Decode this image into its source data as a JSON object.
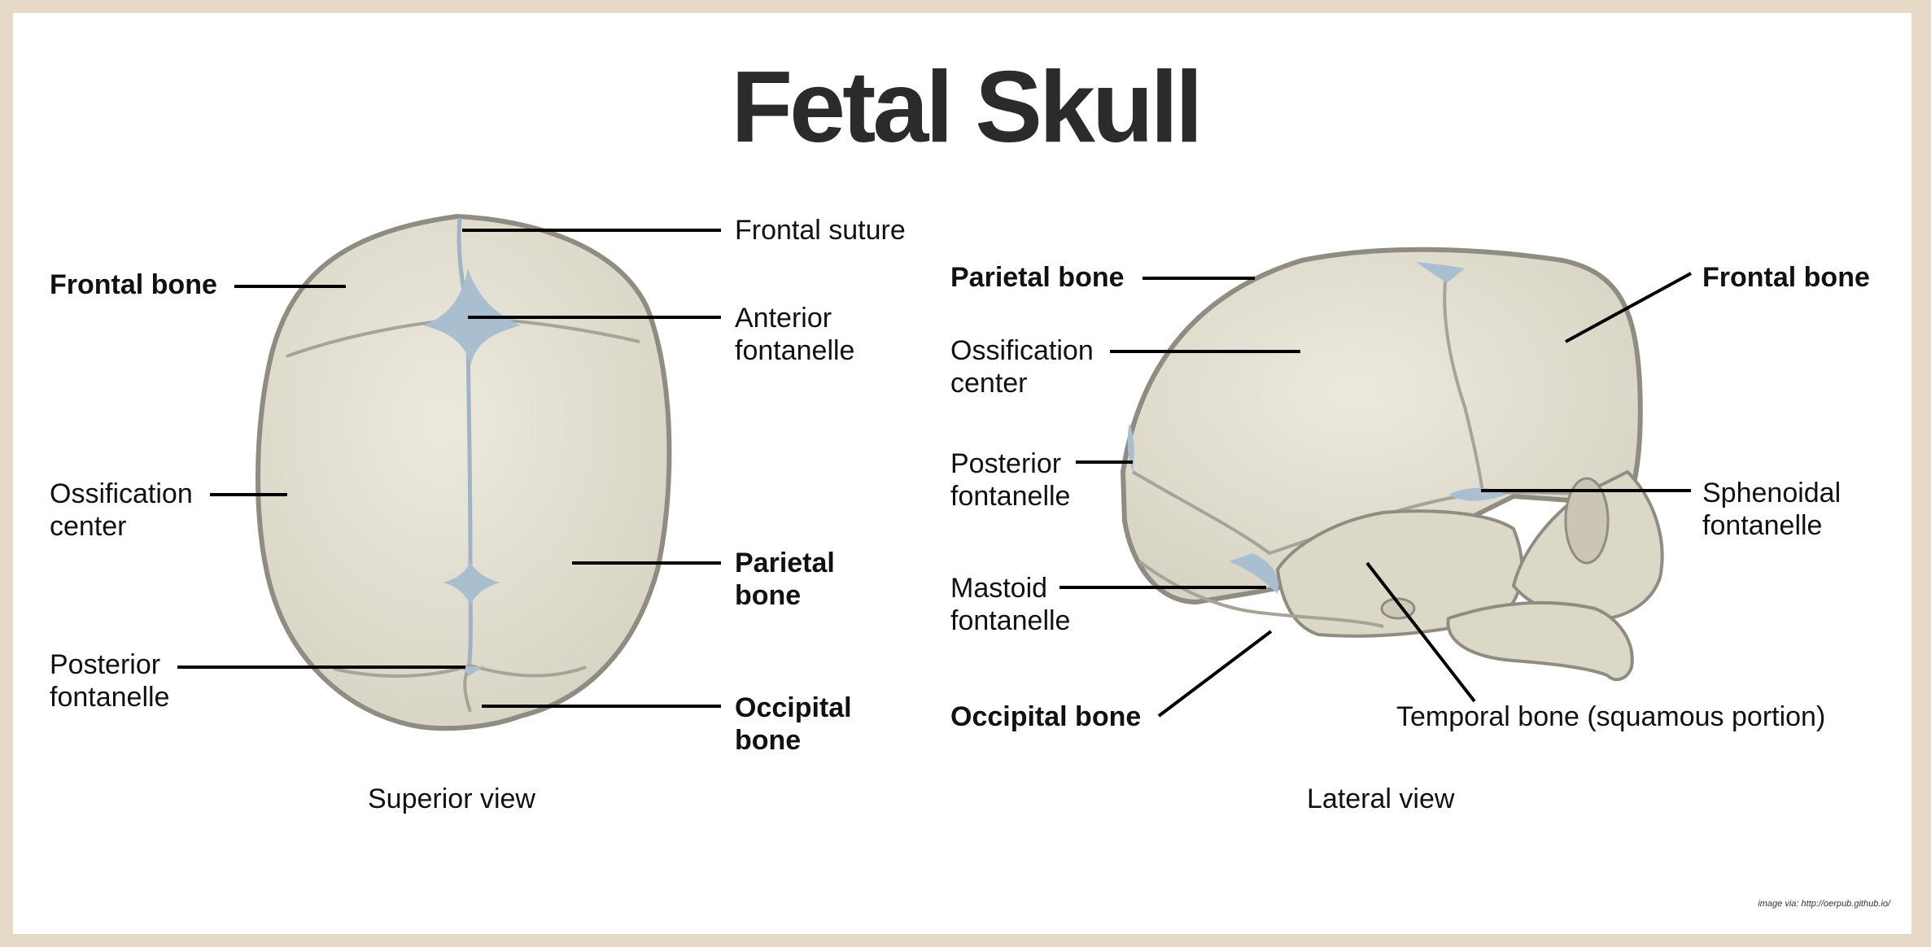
{
  "title": "Fetal Skull",
  "colors": {
    "background_border": "#e6d9c6",
    "bone_fill": "#ddd9ca",
    "bone_outline": "#8f8c82",
    "fontanelle": "#a9bfd0",
    "leader_line": "#000000"
  },
  "superior": {
    "caption": "Superior view",
    "labels": {
      "frontal_suture": "Frontal suture",
      "frontal_bone": "Frontal bone",
      "anterior_fontanelle": "Anterior\nfontanelle",
      "ossification_center": "Ossification\ncenter",
      "parietal_bone": "Parietal\nbone",
      "posterior_fontanelle": "Posterior\nfontanelle",
      "occipital_bone": "Occipital\nbone"
    }
  },
  "lateral": {
    "caption": "Lateral view",
    "labels": {
      "parietal_bone": "Parietal bone",
      "frontal_bone": "Frontal bone",
      "ossification_center": "Ossification\ncenter",
      "posterior_fontanelle": "Posterior\nfontanelle",
      "sphenoidal_fontanelle": "Sphenoidal\nfontanelle",
      "mastoid_fontanelle": "Mastoid\nfontanelle",
      "occipital_bone": "Occipital bone",
      "temporal_bone": "Temporal bone (squamous portion)"
    }
  },
  "credit": "image via: http://oerpub.github.io/"
}
